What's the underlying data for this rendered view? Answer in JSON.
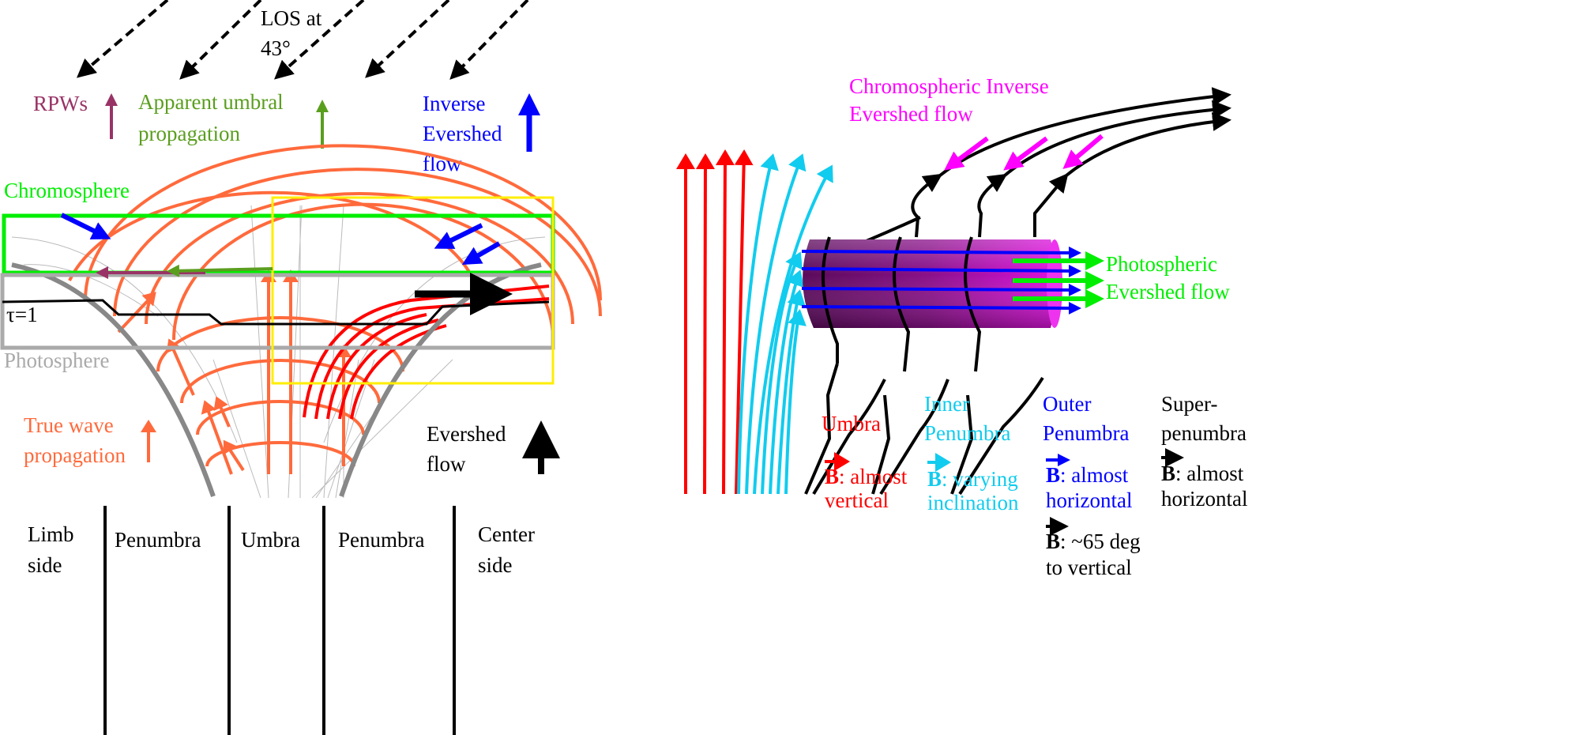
{
  "left": {
    "los": [
      "LOS at",
      "43°"
    ],
    "rpws": "RPWs",
    "apparent": [
      "Apparent umbral",
      "propagation"
    ],
    "inverse": [
      "Inverse",
      "Evershed",
      "flow"
    ],
    "chromosphere": "Chromosphere",
    "tau": "τ=1",
    "photosphere": "Photosphere",
    "true_wave": [
      "True wave",
      "propagation"
    ],
    "evershed": [
      "Evershed",
      "flow"
    ],
    "regions": [
      [
        "Limb",
        "side"
      ],
      [
        "Penumbra"
      ],
      [
        "Umbra"
      ],
      [
        "Penumbra"
      ],
      [
        "Center",
        "side"
      ]
    ]
  },
  "right": {
    "chromo_inverse": [
      "Chromospheric Inverse",
      "Evershed flow"
    ],
    "photo_evershed": [
      "Photospheric",
      "Evershed flow"
    ],
    "umbra": {
      "title": [
        "Umbra"
      ],
      "b": [
        "B",
        ": almost",
        "vertical"
      ]
    },
    "inner": {
      "title": [
        "Inner",
        "Penumbra"
      ],
      "b": [
        "B",
        ": varying",
        "inclination"
      ]
    },
    "outer": {
      "title": [
        "Outer",
        "Penumbra"
      ],
      "b": [
        "B",
        ": almost",
        "horizontal"
      ],
      "b2": [
        "B",
        ": ~65 deg",
        "to vertical"
      ]
    },
    "super": {
      "title": [
        "Super-",
        "penumbra"
      ],
      "b": [
        "B",
        ": almost",
        "horizontal"
      ]
    }
  },
  "colors": {
    "rpw": "#993366",
    "apparent": "#5a9e1e",
    "inverse": "#0000ff",
    "chromo": "#00ee00",
    "photo": "#aaaaaa",
    "wave": "#ff6a3c",
    "red": "#ff0000",
    "cyan": "#11ccee",
    "magenta": "#ff00ff",
    "yellow": "#ffee00"
  }
}
